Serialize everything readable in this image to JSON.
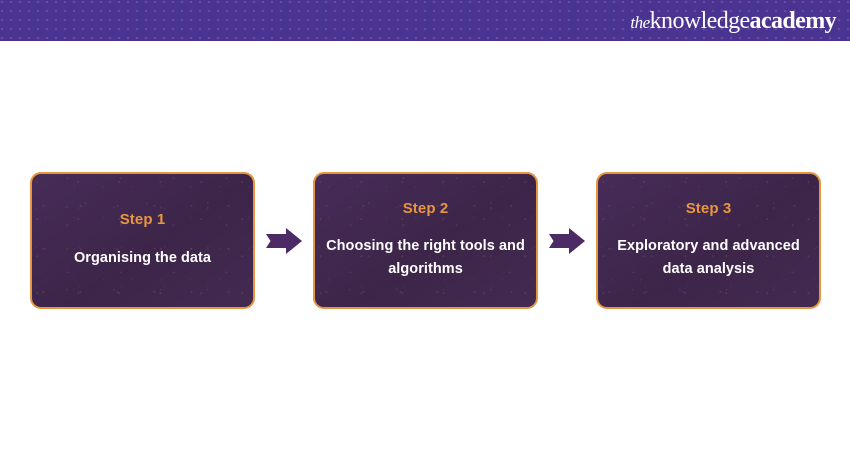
{
  "header": {
    "background_color": "#493591",
    "logo": {
      "name": "the-knowledge-academy-logo",
      "part_the": "the",
      "part_knowledge": "knowledge",
      "part_academy": "academy"
    }
  },
  "page": {
    "background_color": "#ffffff"
  },
  "colors": {
    "accent_orange": "#e79640",
    "box_fill_purple": "#41294f",
    "arrow_purple": "#4b2a66",
    "text_white": "#ffffff"
  },
  "flow": {
    "name": "three-step-process-diagram",
    "steps": [
      {
        "step_label": "Step 1",
        "step_text": "Organising the data"
      },
      {
        "step_label": "Step 2",
        "step_text": "Choosing the right tools and algorithms"
      },
      {
        "step_label": "Step 3",
        "step_text": "Exploratory and advanced data analysis"
      }
    ],
    "connectors": [
      {
        "icon": "right-arrow-icon"
      },
      {
        "icon": "right-arrow-icon"
      }
    ]
  }
}
